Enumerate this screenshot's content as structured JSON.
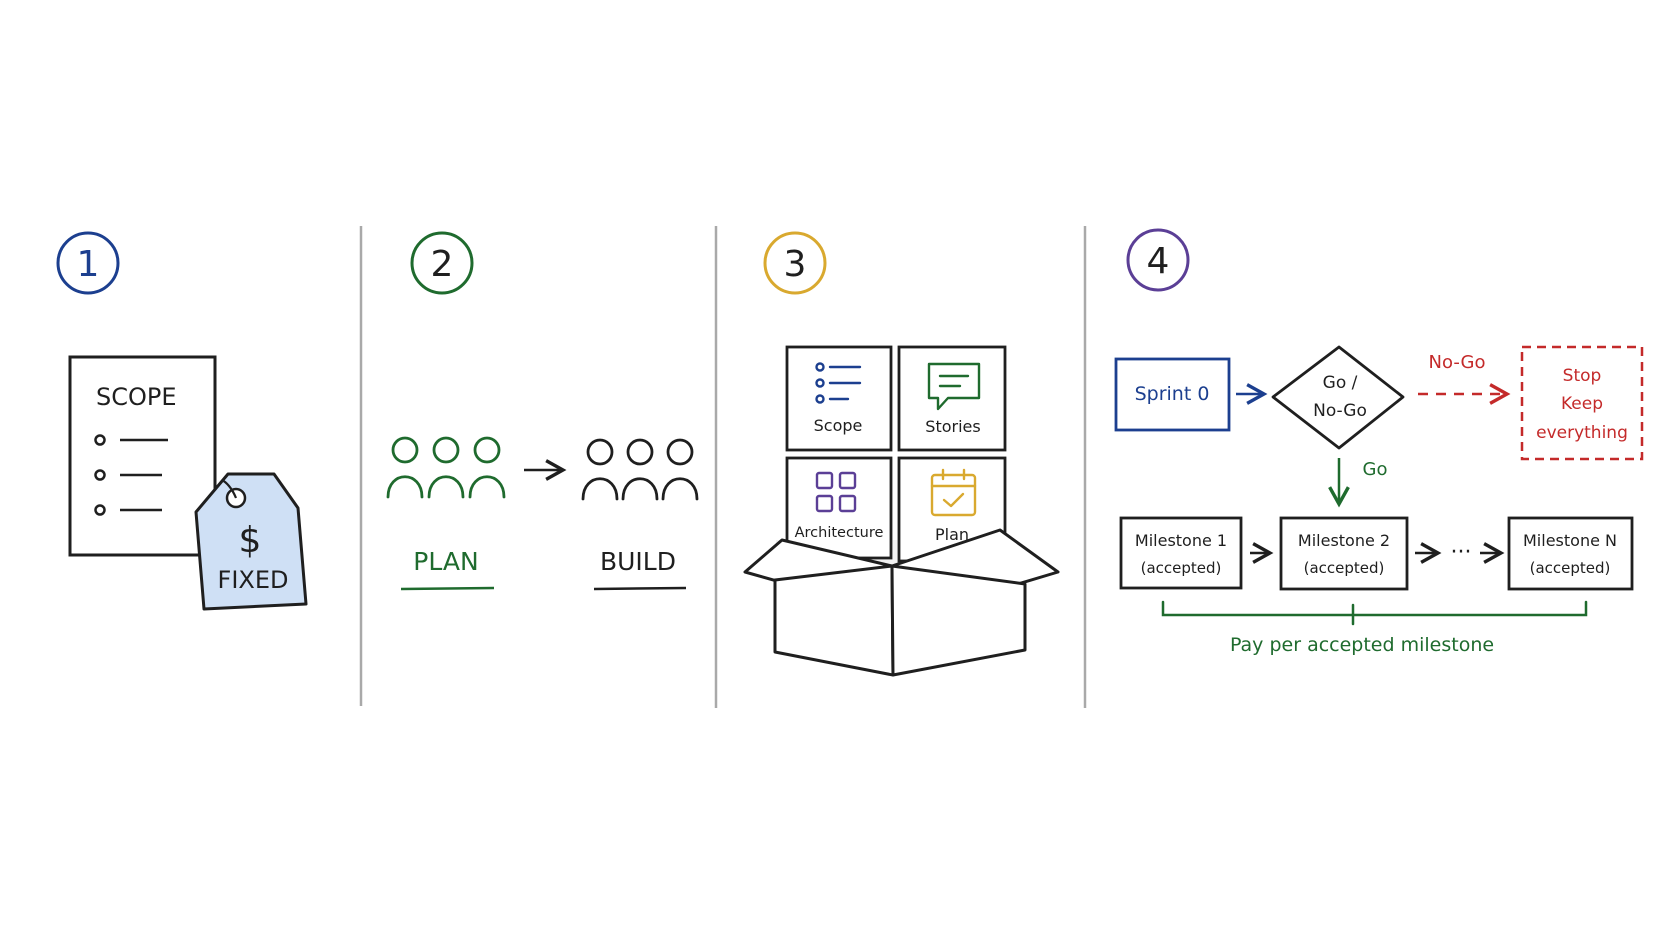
{
  "colors": {
    "ink": "#1f1f1f",
    "blue": "#1c3f8f",
    "green": "#1f6b2e",
    "yellow": "#d9a92f",
    "purple": "#5b3f96",
    "red": "#c42a2a",
    "tag_fill": "#cfe0f5",
    "divider": "#a9a9a9"
  },
  "panel1": {
    "number": "1",
    "doc_title": "SCOPE",
    "tag_symbol": "$",
    "tag_label": "FIXED"
  },
  "panel2": {
    "number": "2",
    "plan_label": "PLAN",
    "build_label": "BUILD"
  },
  "panel3": {
    "number": "3",
    "cards": {
      "scope": "Scope",
      "stories": "Stories",
      "architecture": "Architecture",
      "plan": "Plan"
    }
  },
  "panel4": {
    "number": "4",
    "sprint": "Sprint 0",
    "decision_line1": "Go /",
    "decision_line2": "No-Go",
    "nogo_label": "No-Go",
    "go_label": "Go",
    "stop_line1": "Stop",
    "stop_line2": "Keep",
    "stop_line3": "everything",
    "milestone1_title": "Milestone 1",
    "milestone1_status": "(accepted)",
    "milestone2_title": "Milestone 2",
    "milestone2_status": "(accepted)",
    "milestoneN_title": "Milestone N",
    "milestoneN_status": "(accepted)",
    "ellipsis": "···",
    "pay_label": "Pay per accepted milestone"
  }
}
